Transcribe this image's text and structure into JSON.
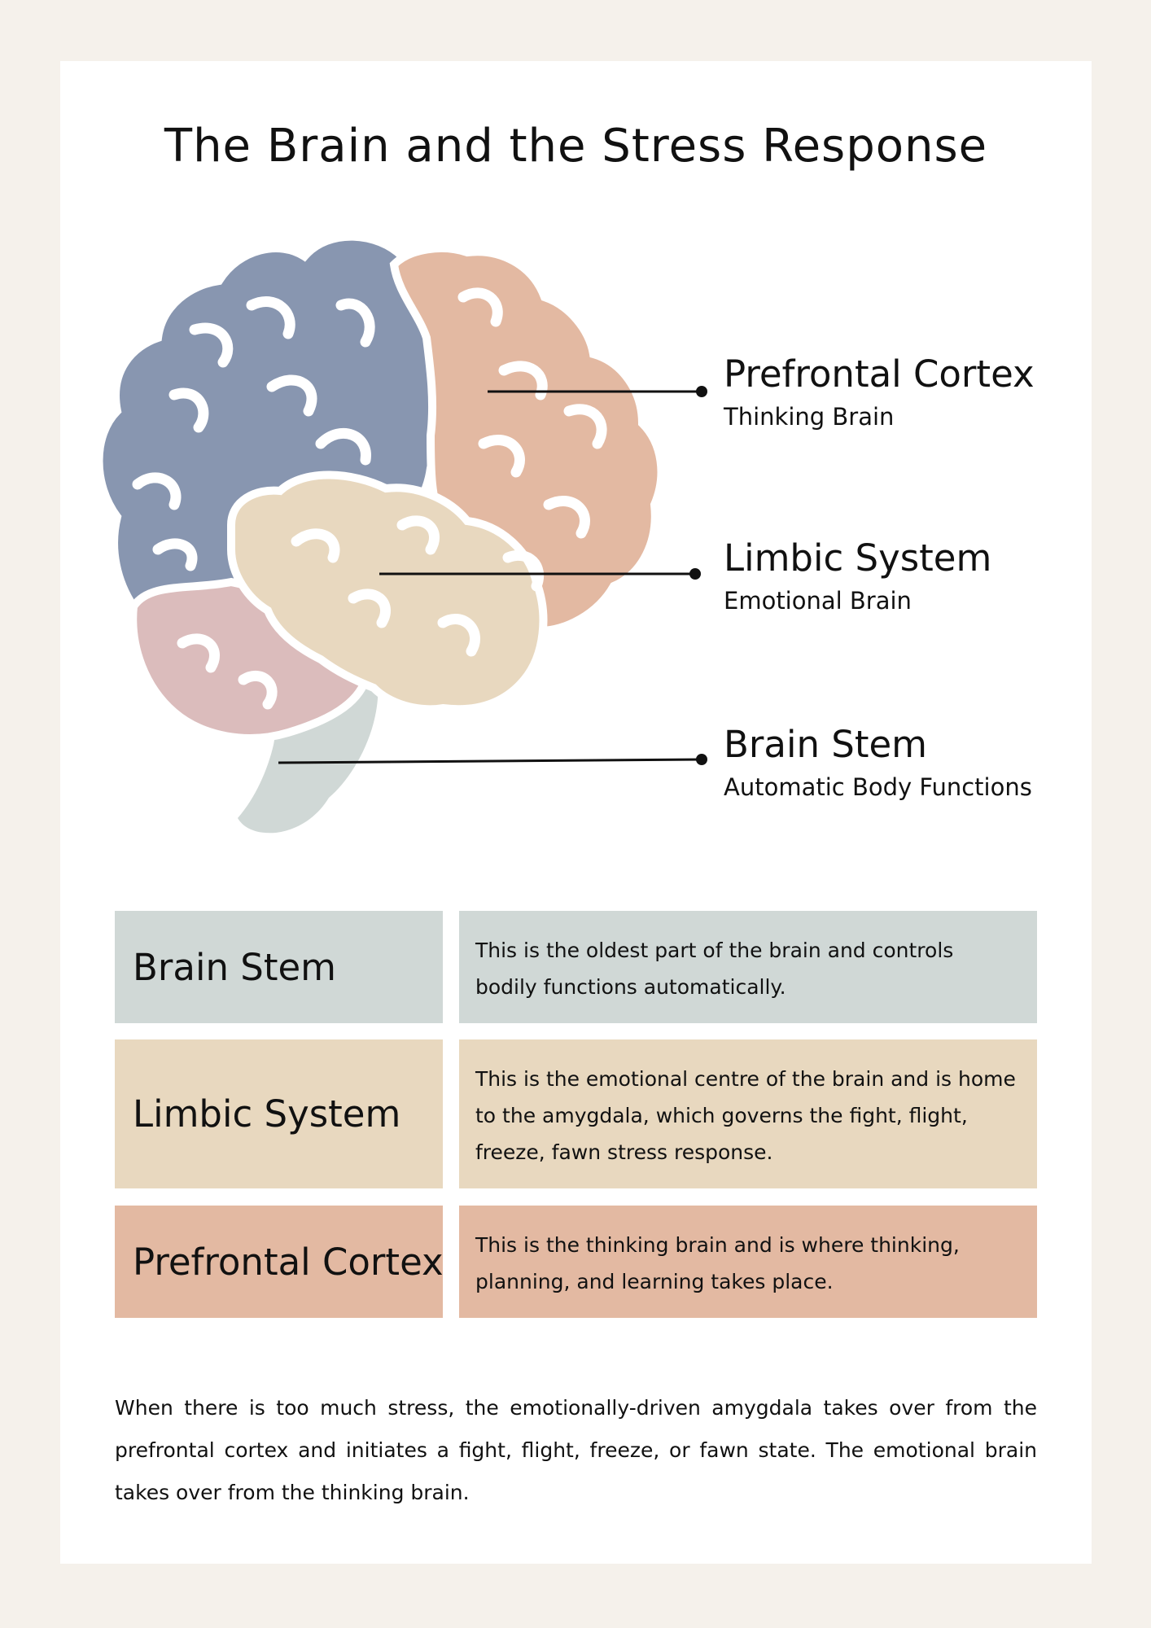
{
  "title": "The Brain and the Stress Response",
  "colors": {
    "page_background": "#f5f1eb",
    "card_background": "#ffffff",
    "prefrontal": "#e3b9a2",
    "frontal_blue": "#8896b0",
    "limbic": "#e8d8bf",
    "temporal_pink": "#dbbcbc",
    "brain_stem": "#d0d8d6"
  },
  "diagram_labels": [
    {
      "name": "Prefrontal Cortex",
      "subtitle": "Thinking Brain"
    },
    {
      "name": "Limbic System",
      "subtitle": "Emotional Brain"
    },
    {
      "name": "Brain Stem",
      "subtitle": "Automatic Body Functions"
    }
  ],
  "table": [
    {
      "name": "Brain Stem",
      "description": "This is the oldest part of the brain and controls bodily functions automatically.",
      "color": "#d0d8d6"
    },
    {
      "name": "Limbic System",
      "description": "This is the emotional centre of the brain and is home to the amygdala, which governs the fight, flight, freeze, fawn stress response.",
      "color": "#e8d8bf"
    },
    {
      "name": "Prefrontal Cortex",
      "description": "This is the thinking brain and is where thinking, planning, and learning takes place.",
      "color": "#e3b9a2"
    }
  ],
  "summary": "When there is too much stress, the emotionally-driven amygdala takes over from the prefrontal cortex and initiates a fight, flight, freeze, or fawn state. The emotional brain takes over from the thinking brain."
}
